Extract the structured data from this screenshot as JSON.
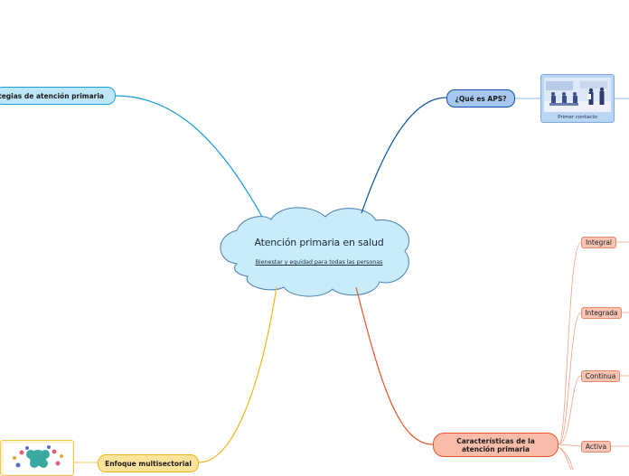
{
  "central": {
    "title": "Atención primaria en salud",
    "subtitle": "Bienestar y equidad para todas las personas"
  },
  "branches": {
    "estrategias": "Estrategias de atención primaria",
    "que_es": "¿Qué es APS?",
    "caracteristicas": "Características de la atención primaria",
    "enfoque": "Enfoque multisectorial"
  },
  "image_cards": {
    "primer_contacto": "Primer contacto"
  },
  "caracteristicas_items": [
    "Integral",
    "Integrada",
    "Continua",
    "Activa"
  ],
  "colors": {
    "cloud_fill": "#c9ecfb",
    "cloud_stroke": "#4a7fb0",
    "estrategias": "#1a9fdb",
    "que_es": "#0b55a8",
    "caracteristicas": "#e8562a",
    "enfoque": "#f2b51c"
  }
}
